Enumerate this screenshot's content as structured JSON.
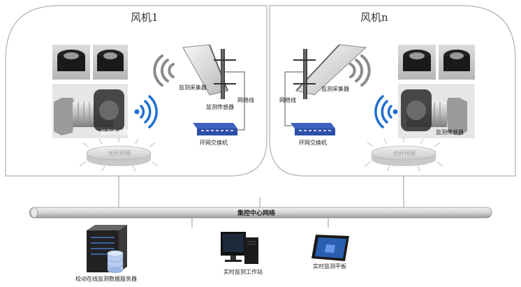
{
  "turbines": [
    {
      "title": "风机1"
    },
    {
      "title": "风机n"
    }
  ],
  "labels": {
    "collector": "监测采集器",
    "sensor": "监测传感器",
    "network_cable": "网络线",
    "ring_switch": "环网交换机",
    "fiber_ring": "光纤环网"
  },
  "bus": {
    "label": "集控中心网络"
  },
  "endpoints": {
    "server": "校动在线监测数据服务器",
    "workstation": "实时监测工作站",
    "tablet": "实时监测平板"
  },
  "colors": {
    "wifi_blue": "#1f6fcf",
    "switch_blue": "#2b4fa8",
    "panel_border": "#b0b0b0"
  }
}
